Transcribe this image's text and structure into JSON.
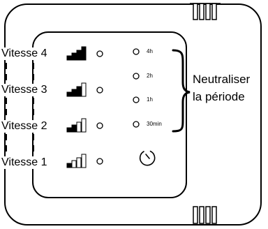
{
  "speeds": [
    {
      "label": "Vitesse 4",
      "level": 4
    },
    {
      "label": "Vitesse 3",
      "level": 3
    },
    {
      "label": "Vitesse 2",
      "level": 2
    },
    {
      "label": "Vitesse 1",
      "level": 1
    }
  ],
  "timers": [
    {
      "label": "4h"
    },
    {
      "label": "2h"
    },
    {
      "label": "1h"
    },
    {
      "label": "30min"
    }
  ],
  "annotation": {
    "line1": "Neutraliser",
    "line2": "la période"
  },
  "icons": {
    "timer": "timer-icon",
    "bars": "signal-bars-icon",
    "led": "led-indicator-icon",
    "vent": "vent-slots-icon",
    "brace": "curly-brace-icon"
  }
}
